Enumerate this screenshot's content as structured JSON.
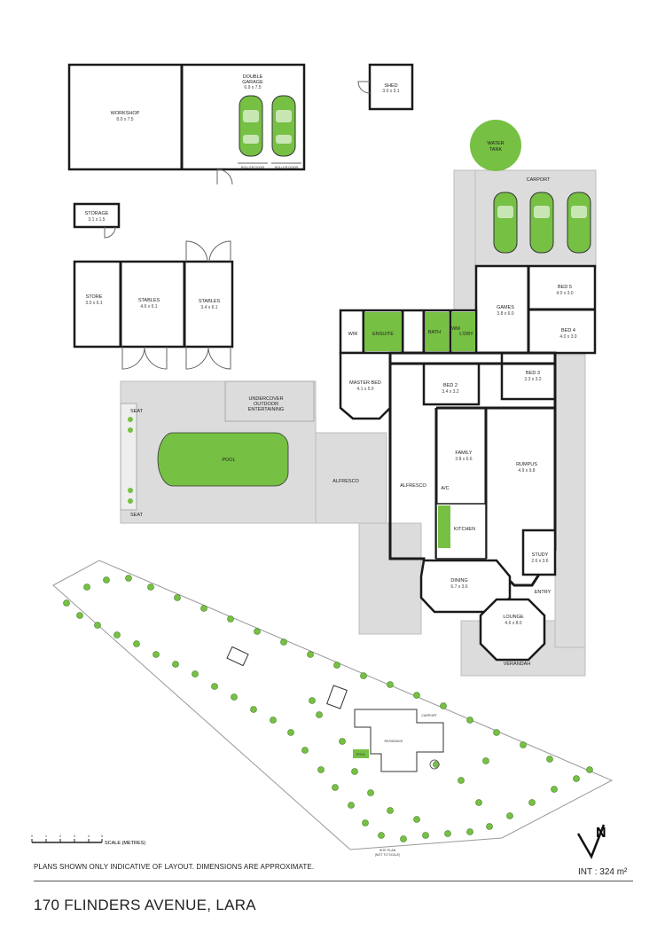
{
  "rooms": {
    "workshop": {
      "name": "WORKSHOP",
      "dims": "8.0 x 7.5"
    },
    "double_garage": {
      "name": "DOUBLE GARAGE",
      "name_l1": "DOUBLE",
      "name_l2": "GARAGE",
      "dims": "6.9 x 7.5"
    },
    "roller_door_1": "ROLLER DOOR",
    "roller_door_2": "ROLLER DOOR",
    "shed": {
      "name": "SHED",
      "dims": "3.0 x 3.1"
    },
    "water_tank": {
      "name_l1": "WATER",
      "name_l2": "TANK"
    },
    "carport": "CARPORT",
    "storage": {
      "name": "STORAGE",
      "dims": "3.1 x 1.5"
    },
    "store": {
      "name": "STORE",
      "dims": "3.0 x 6.1"
    },
    "stables_1": {
      "name": "STABLES",
      "dims": "4.6 x 6.1"
    },
    "stables_2": {
      "name": "STABLES",
      "dims": "3.4 x 6.1"
    },
    "games": {
      "name": "GAMES",
      "dims": "3.8 x 6.0"
    },
    "bed5": {
      "name": "BED 5",
      "dims": "4.0 x 3.0"
    },
    "bed4": {
      "name": "BED 4",
      "dims": "4.0 x 3.0"
    },
    "bed3": {
      "name": "BED 3",
      "dims": "3.3 x 3.2"
    },
    "bed2": {
      "name": "BED 2",
      "dims": "3.4 x 3.2"
    },
    "master_bed": {
      "name": "MASTER BED",
      "dims": "4.1 x 5.0"
    },
    "ensuite": "ENSUITE",
    "bath": "BATH",
    "ldry": "L'DRY",
    "wir": "WIR",
    "wm": "WM",
    "ac": "A/C",
    "undercover": {
      "l1": "UNDERCOVER",
      "l2": "OUTDOOR",
      "l3": "ENTERTAINING"
    },
    "pool": "POOL",
    "seat_top": "SEAT",
    "seat_bottom": "SEAT",
    "alfresco_left": "ALFRESCO",
    "alfresco_right": "ALFRESCO",
    "family": {
      "name": "FAMILY",
      "dims": "3.8 x 6.6"
    },
    "rumpus": {
      "name": "RUMPUS",
      "dims": "4.9 x 9.8"
    },
    "kitchen": "KITCHEN",
    "study": {
      "name": "STUDY",
      "dims": "2.6 x 3.6"
    },
    "dining": {
      "name": "DINING",
      "dims": "6.7 x 3.6"
    },
    "lounge": {
      "name": "LOUNGE",
      "dims": "4.6 x 8.0"
    },
    "entry": "ENTRY",
    "verandah": "VERANDAH"
  },
  "site_plan": {
    "residence": "RESIDENCE",
    "pool": "POOL",
    "carport": "CARPORT",
    "label_l1": "SITE PLAN",
    "label_l2": "(NOT TO SCALE)"
  },
  "scale": {
    "label": "SCALE (METRES)",
    "ticks": [
      "0",
      "1",
      "2",
      "3",
      "4",
      "5"
    ]
  },
  "north_symbol": "N",
  "disclaimer": "PLANS SHOWN ONLY INDICATIVE OF LAYOUT. DIMENSIONS ARE APPROXIMATE.",
  "internal_area": "INT :  324 m²",
  "address": "170 FLINDERS AVENUE, LARA",
  "colors": {
    "green": "#76c043",
    "paved": "#dcdcdc",
    "wall": "#1a1a1a"
  }
}
